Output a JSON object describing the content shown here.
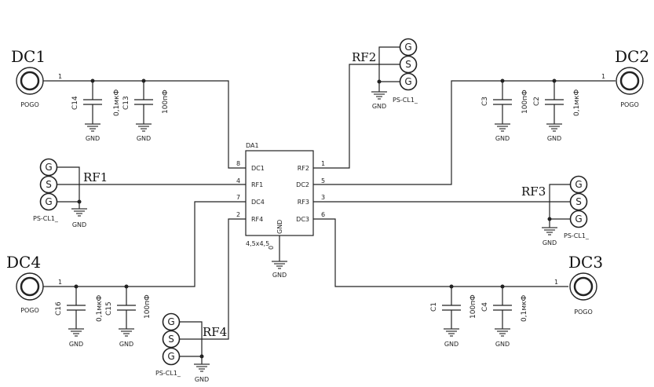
{
  "chip": {
    "ref": "DA1",
    "size": "4,5x4,5",
    "left_pins": [
      {
        "num": "8",
        "name": "DC1"
      },
      {
        "num": "4",
        "name": "RF1"
      },
      {
        "num": "7",
        "name": "DC4"
      },
      {
        "num": "2",
        "name": "RF4"
      }
    ],
    "right_pins": [
      {
        "num": "1",
        "name": "RF2"
      },
      {
        "num": "5",
        "name": "DC2"
      },
      {
        "num": "3",
        "name": "RF3"
      },
      {
        "num": "6",
        "name": "DC3"
      }
    ],
    "bottom_pin": {
      "num": "0",
      "name": "GND"
    }
  },
  "pogo": [
    {
      "ref": "DC1",
      "type": "POGO",
      "pin": "1"
    },
    {
      "ref": "DC2",
      "type": "POGO",
      "pin": "1"
    },
    {
      "ref": "DC4",
      "type": "POGO",
      "pin": "1"
    },
    {
      "ref": "DC3",
      "type": "POGO",
      "pin": "1"
    }
  ],
  "capacitors": [
    {
      "ref": "C14",
      "value": "0,1мкФ"
    },
    {
      "ref": "C13",
      "value": "100пФ"
    },
    {
      "ref": "C3",
      "value": "100пФ"
    },
    {
      "ref": "C2",
      "value": "0,1мкФ"
    },
    {
      "ref": "C16",
      "value": "0,1мкФ"
    },
    {
      "ref": "C15",
      "value": "100пФ"
    },
    {
      "ref": "C1",
      "value": "100пФ"
    },
    {
      "ref": "C4",
      "value": "0,1мкФ"
    }
  ],
  "rf_connectors": [
    {
      "label": "RF1",
      "part": "PS-CL1_",
      "pins": [
        "G",
        "S",
        "G"
      ]
    },
    {
      "label": "RF2",
      "part": "PS-CL1_",
      "pins": [
        "G",
        "S",
        "G"
      ]
    },
    {
      "label": "RF3",
      "part": "PS-CL1_",
      "pins": [
        "G",
        "S",
        "G"
      ]
    },
    {
      "label": "RF4",
      "part": "PS-CL1_",
      "pins": [
        "G",
        "S",
        "G"
      ]
    }
  ],
  "gnd_label": "GND"
}
